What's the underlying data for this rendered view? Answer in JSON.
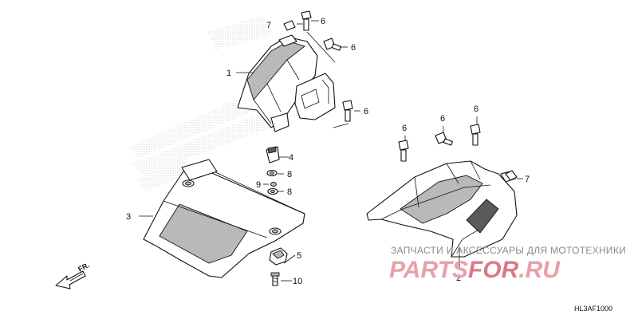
{
  "diagram": {
    "callouts": {
      "c1": "1",
      "c2": "2",
      "c3": "3",
      "c4": "4",
      "c5": "5",
      "c6a": "6",
      "c6b": "6",
      "c6c": "6",
      "c6d": "6",
      "c6e": "6",
      "c6f": "6",
      "c7a": "7",
      "c7b": "7",
      "c8a": "8",
      "c8b": "8",
      "c9": "9",
      "c10": "10"
    },
    "direction_label": "FR.",
    "diagram_code": "HL3AF1000",
    "watermark": {
      "tagline": "ЗАПЧАСТИ И АКСЕССУАРЫ ДЛЯ МОТОТЕХНИКИ",
      "brand_left": "PARTS",
      "brand_mid": "FOR",
      "brand_right": ".RU"
    },
    "colors": {
      "brand_red": "#e8a0a8",
      "watermark_grey": "#8a8a8a"
    }
  }
}
